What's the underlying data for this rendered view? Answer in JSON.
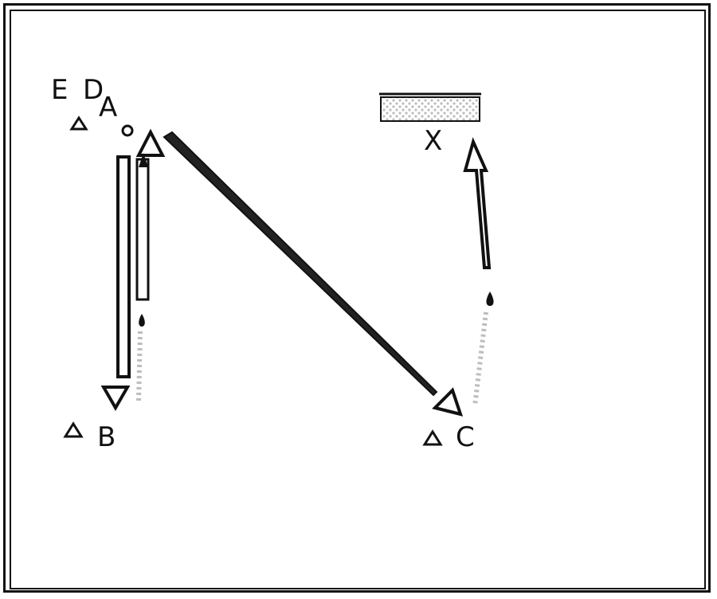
{
  "diagram": {
    "labels": {
      "E": "E",
      "D": "D",
      "A": "A",
      "B": "B",
      "C": "C",
      "X": "X"
    },
    "colors": {
      "ink": "#111111",
      "hatch": "#cfcfcf",
      "background": "#ffffff"
    }
  }
}
